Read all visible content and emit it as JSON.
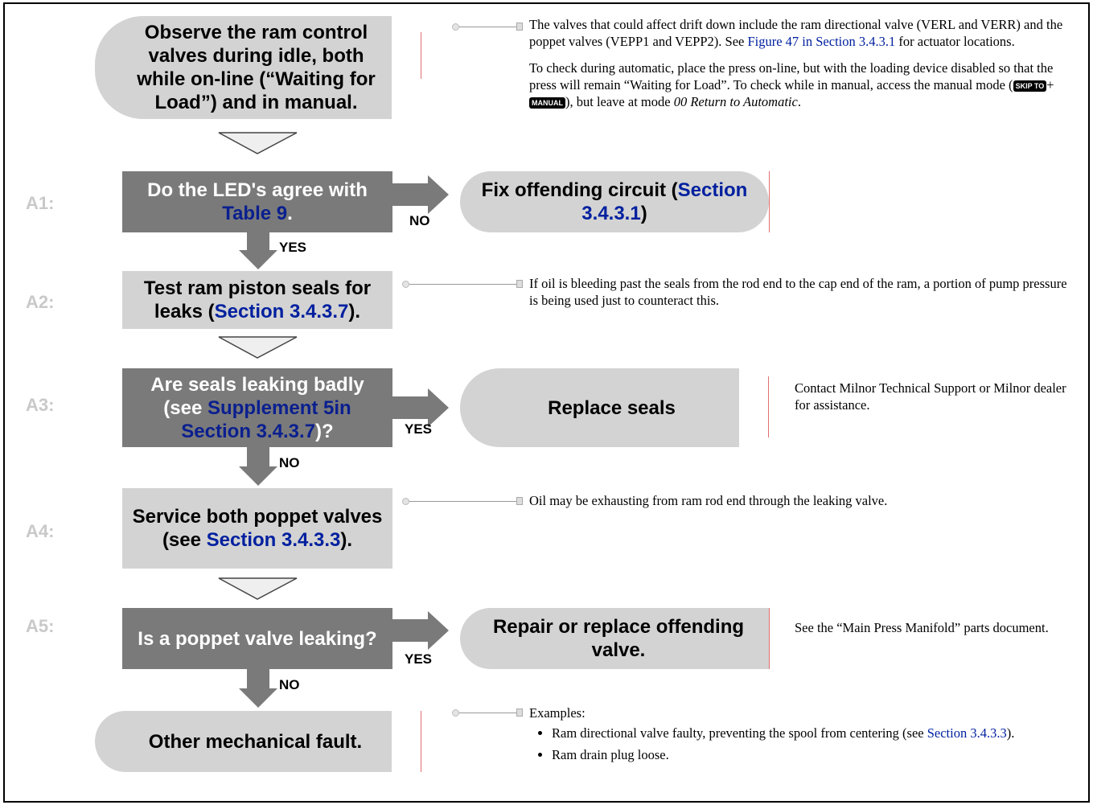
{
  "steps": {
    "start": {
      "text": "Observe the ram control valves during idle, both while on-line (“Waiting for Load”) and in manual."
    },
    "a1": {
      "label": "A1:",
      "pre": "Do the LED's agree with ",
      "link": "Table 9",
      "post": "."
    },
    "fix": {
      "pre": "Fix offending circuit (",
      "link": "Section 3.4.3.1",
      "post": ")"
    },
    "a2": {
      "label": "A2:",
      "pre": "Test ram piston seals for leaks (",
      "link": "Section 3.4.3.7",
      "post": ")."
    },
    "a3": {
      "label": "A3:",
      "pre": "Are seals leaking badly (see ",
      "link": "Supplement 5in Section 3.4.3.7",
      "post": ")?"
    },
    "replace": {
      "text": "Replace seals"
    },
    "a4": {
      "label": "A4:",
      "pre": "Service both poppet valves (see ",
      "link": "Section 3.4.3.3",
      "post": ")."
    },
    "a5": {
      "label": "A5:",
      "text": "Is a poppet valve leaking?"
    },
    "repair": {
      "text": "Repair or replace offending valve."
    },
    "other": {
      "text": "Other mechanical fault."
    }
  },
  "answers": {
    "no": "NO",
    "yes": "YES"
  },
  "notes": {
    "n1": {
      "p1_pre": "The valves that could affect drift down include the ram directional valve (VERL and VERR) and the poppet valves (VEPP1 and VEPP2). See ",
      "p1_link": "Figure 47 in Section 3.4.3.1",
      "p1_post": " for actuator locations.",
      "p2_pre": "To check during automatic, place the press on-line, but with the loading device disabled so that the press will remain “Waiting for Load”. To check while in manual, access the manual mode (",
      "key1": "SKIP TO",
      "plus": "+",
      "key2": "MANUAL",
      "p2_mid": "), but leave at mode ",
      "p2_italic": "00 Return to Automatic",
      "p2_end": "."
    },
    "n2": "If oil is bleeding past the seals from the rod end to the cap end of the ram, a portion of pump pressure is being used just to counteract this.",
    "n3": "Contact Milnor Technical Support or Milnor dealer for assistance.",
    "n4": "Oil may be exhausting from ram rod end through the leaking valve.",
    "n5": "See the “Main Press Manifold” parts document.",
    "n6": {
      "title": "Examples:",
      "b1_pre": "Ram directional valve faulty, preventing the spool from centering (see ",
      "b1_link": "Section 3.4.3.3",
      "b1_post": ").",
      "b2": "Ram drain plug loose."
    }
  }
}
